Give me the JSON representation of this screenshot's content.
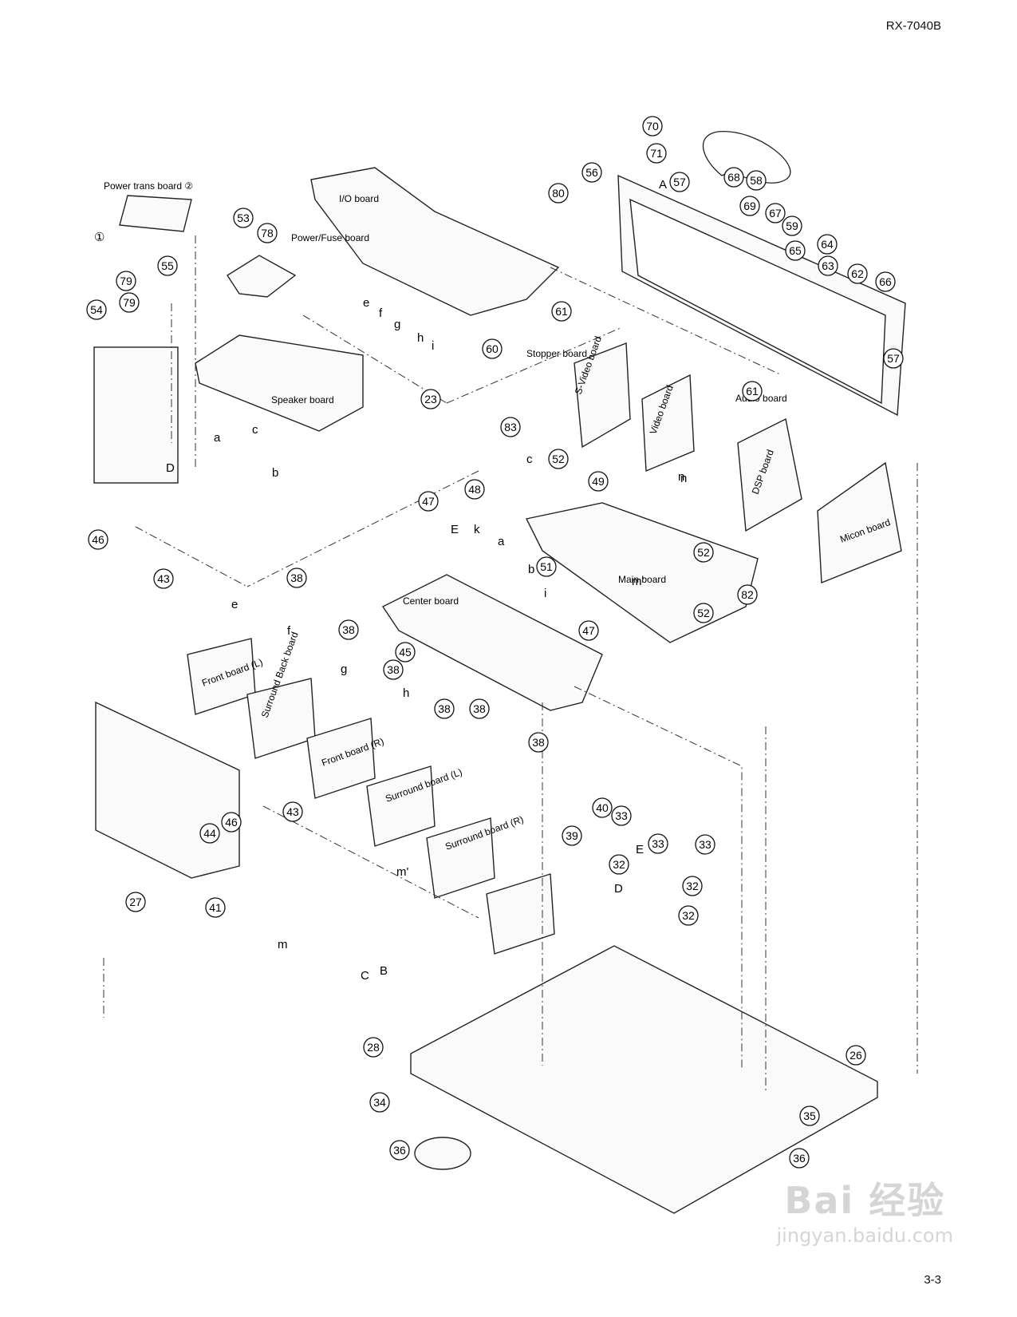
{
  "header": {
    "model": "RX-7040B"
  },
  "footer": {
    "page": "3-3"
  },
  "watermark": {
    "brand": "Bai 经验",
    "url": "jingyan.baidu.com"
  },
  "board_labels": [
    "Power trans board ②",
    "I/O board",
    "Power/Fuse board",
    "Speaker board",
    "Stopper board",
    "S-Video board",
    "Video board",
    "Audio board",
    "DSP board",
    "Micon board",
    "Main board",
    "Center board",
    "Front board (L)",
    "Surround Back board",
    "Front board (R)",
    "Surround board (L)",
    "Surround board (R)"
  ],
  "callouts": [
    "70",
    "71",
    "57",
    "68",
    "58",
    "56",
    "80",
    "69",
    "67",
    "59",
    "65",
    "64",
    "63",
    "62",
    "66",
    "53",
    "78",
    "55",
    "79",
    "79",
    "54",
    "61",
    "60",
    "23",
    "83",
    "52",
    "49",
    "47",
    "48",
    "57",
    "61",
    "46",
    "43",
    "38",
    "38",
    "45",
    "38",
    "38",
    "38",
    "38",
    "51",
    "47",
    "82",
    "52",
    "52",
    "44",
    "46",
    "43",
    "41",
    "27",
    "40",
    "33",
    "33",
    "33",
    "39",
    "32",
    "32",
    "32",
    "28",
    "34",
    "36",
    "26",
    "35",
    "36"
  ],
  "connector_letters": [
    "A",
    "a",
    "c",
    "b",
    "D",
    "e",
    "f",
    "g",
    "h",
    "i",
    "n",
    "c",
    "E",
    "k",
    "a",
    "b",
    "i",
    "m'",
    "n",
    "e",
    "f",
    "g",
    "h",
    "E",
    "D",
    "m'",
    "m",
    "C",
    "B",
    "①"
  ]
}
